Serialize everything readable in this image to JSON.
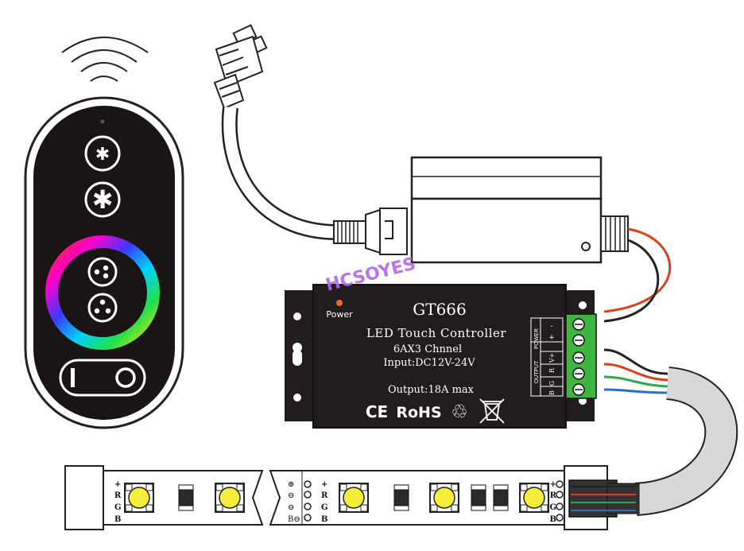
{
  "watermark": "HCSOYES",
  "controller": {
    "model": "GT666",
    "power_label": "Power",
    "line1": "LED Touch Controller",
    "line2": "6AX3 Chnnel",
    "line3": "Input:DC12V-24V",
    "line4": "Output:18A max",
    "ce_mark": "CE",
    "rohs_mark": "RoHS",
    "output_block_label": "OUTPUT",
    "power_block_label": "POWER",
    "output_terminals": [
      "B",
      "G",
      "R",
      "V+"
    ],
    "power_terminals": [
      "+",
      "-"
    ]
  },
  "strip": {
    "pad_labels": [
      "+",
      "R",
      "G",
      "B"
    ],
    "cut_labels": [
      "⊕",
      "⊖",
      "⊖",
      "B⊖"
    ]
  },
  "colors": {
    "remote_body": "#1b1414",
    "controller_body": "#221c1c",
    "led": "#f5ee3a",
    "wire_red": "#d8421a",
    "wire_green": "#2ea84b",
    "wire_blue": "#2c6fc9",
    "watermark": "#b266e6"
  }
}
